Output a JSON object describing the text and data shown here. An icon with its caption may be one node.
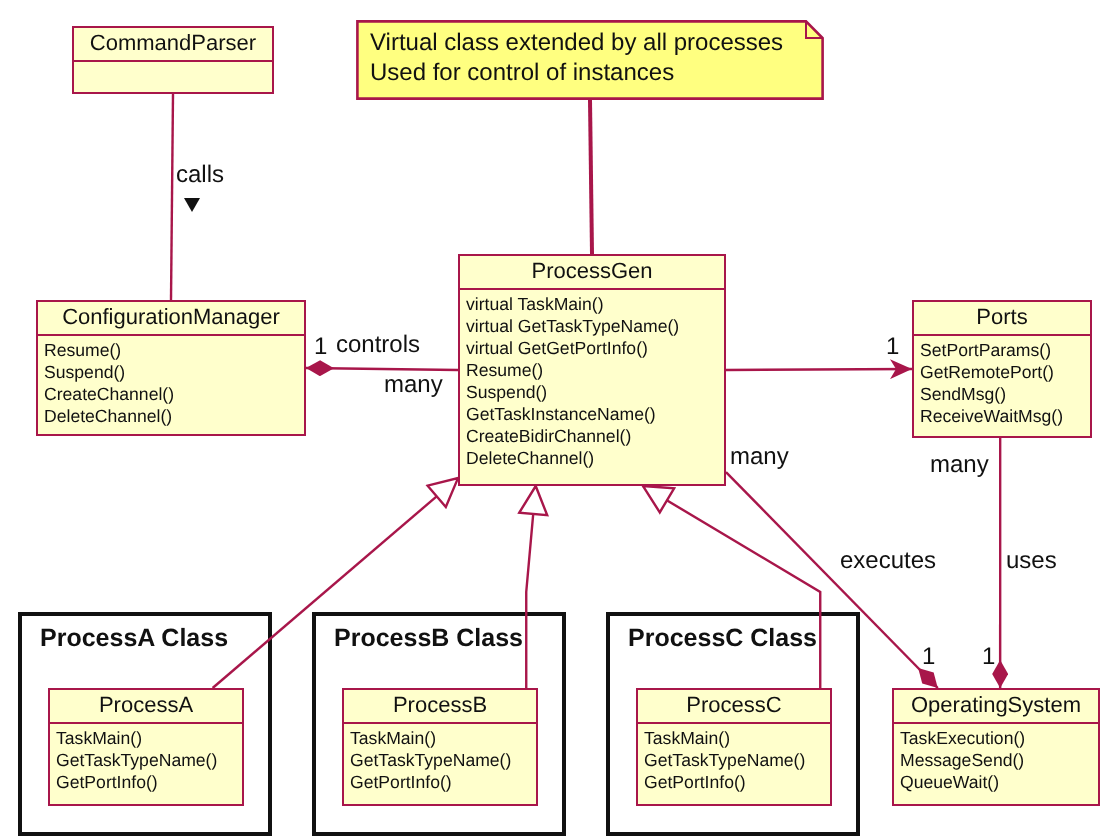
{
  "diagram": {
    "nodes": [
      {
        "text": [
          "CommandParser"
        ]
      },
      {
        "text": [
          "Virtual class extended by all processes Used for control of instances"
        ]
      },
      {
        "text": [
          "ConfigurationManager",
          "Resume()",
          "Suspend()",
          "CreateChannel()",
          "DeleteChannel()"
        ]
      },
      {
        "text": [
          "ProcessGen",
          "virtual TaskMain()",
          "virtual GetTaskTypeName()",
          "virtual GetGetPortInfo()",
          "Resume()",
          "Suspend()",
          "GetTaskInstanceName()",
          "CreateBidirChannel()",
          "DeleteChannel()"
        ]
      },
      {
        "text": [
          "Ports",
          "SetPortParams()",
          "GetRemotePort()",
          "SendMsg()",
          "ReceiveWaitMsg()"
        ]
      },
      {
        "text": [
          "ProcessA Class"
        ]
      },
      {
        "text": [
          "ProcessA",
          "TaskMain()",
          "GetTaskTypeName()",
          "GetPortInfo()"
        ],
        "in": 5
      },
      {
        "text": [
          "ProcessB Class"
        ]
      },
      {
        "text": [
          "ProcessB",
          "TaskMain()",
          "GetTaskTypeName()",
          "GetPortInfo()"
        ],
        "in": 7
      },
      {
        "text": [
          "ProcessC Class"
        ]
      },
      {
        "text": [
          "ProcessC",
          "TaskMain()",
          "GetTaskTypeName()",
          "GetPortInfo()"
        ],
        "in": 9
      },
      {
        "text": [
          "OperatingSystem",
          "TaskExecution()",
          "MessageSend()",
          "QueueWait()"
        ]
      }
    ],
    "edges": [
      {
        "from": 0,
        "to": 2,
        "arrow": "none",
        "label": "calls"
      },
      {
        "from": 1,
        "to": 3,
        "arrow": "none"
      },
      {
        "from": 2,
        "to": 3,
        "arrow": "other",
        "label": "controls"
      },
      {
        "from": 3,
        "to": 4,
        "arrow": "to"
      },
      {
        "from": 6,
        "to": 3,
        "arrow": "to"
      },
      {
        "from": 8,
        "to": 3,
        "arrow": "to"
      },
      {
        "from": 10,
        "to": 3,
        "arrow": "to"
      },
      {
        "from": 11,
        "to": 3,
        "arrow": "other",
        "label": "executes"
      },
      {
        "from": 11,
        "to": 4,
        "arrow": "other",
        "label": "uses"
      }
    ],
    "labels": [
      "1",
      "many",
      "1",
      "many",
      "many",
      "1",
      "1"
    ]
  }
}
